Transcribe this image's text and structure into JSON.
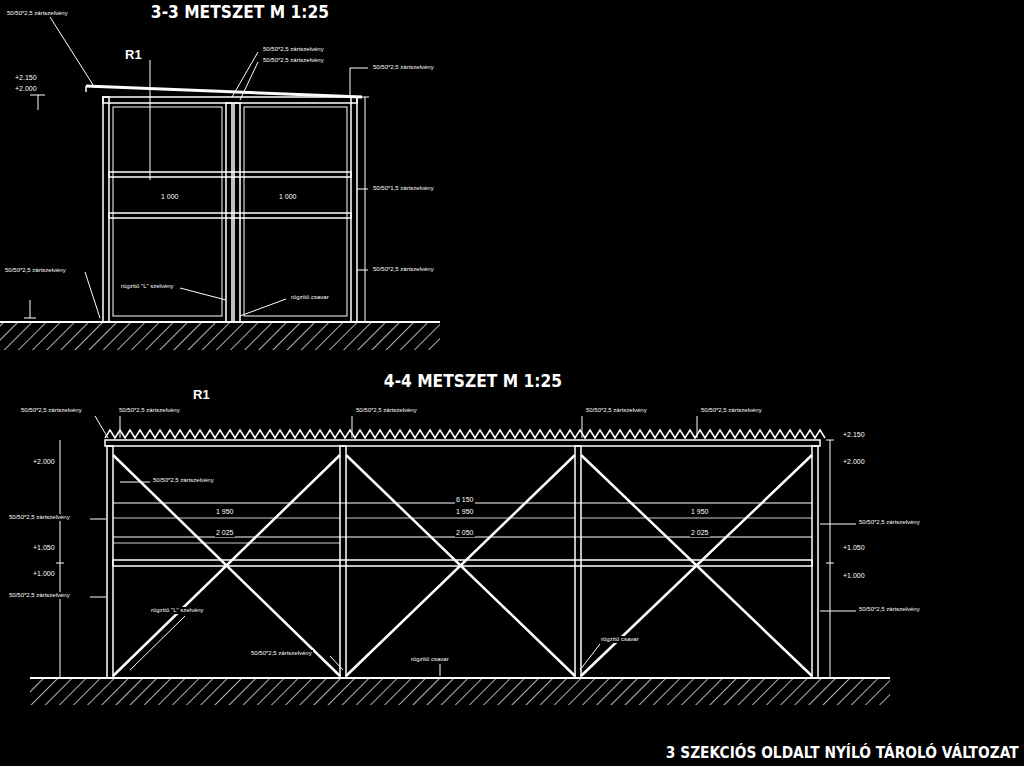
{
  "diagram": {
    "labels": [
      "3-3 METSZET M 1:25",
      "4-4 METSZET M 1:25",
      "3 SZEKCIÓS OLDALT NYÍLÓ TÁROLÓ VÁLTOZAT",
      "R1",
      "R1",
      "+2.150",
      "+2.000",
      "1 000",
      "1 000",
      "50/50*2,5 zártszelvény",
      "50/50*2,5 zártszelvény",
      "50/50*2,5 zártszelvény",
      "50/50*2,5 zártszelvény",
      "50/50*1,5 zártszelvény",
      "50/50*2,5 zártszelvény",
      "50/50*2,5 zártszelvény",
      "rögzítő \"L\" szelvény",
      "rögzítő csavar",
      "+2.150",
      "+2.000",
      "+1.050",
      "+1.000",
      "+2.000",
      "+1.050",
      "+1.000",
      "6 150",
      "1 950",
      "2 025",
      "1 950",
      "2 050",
      "1 950",
      "2 025",
      "50/50*2,5 zártszelvény",
      "50/50*2,5 zártszelvény",
      "50/50*2,5 zártszelvény",
      "50/50*2,5 zártszelvény",
      "50/50*2,5 zártszelvény",
      "50/50*2,5 zártszelvény",
      "50/50*2,5 zártszelvény",
      "50/50*2,5 zártszelvény",
      "50/50*2,5 zártszelvény",
      "50/50*2,5 zártszelvény",
      "rögzítő \"L\" szelvény",
      "rögzítő csavar",
      "rögzítő csavar",
      "50/50*2,5 zártszelvény"
    ]
  }
}
